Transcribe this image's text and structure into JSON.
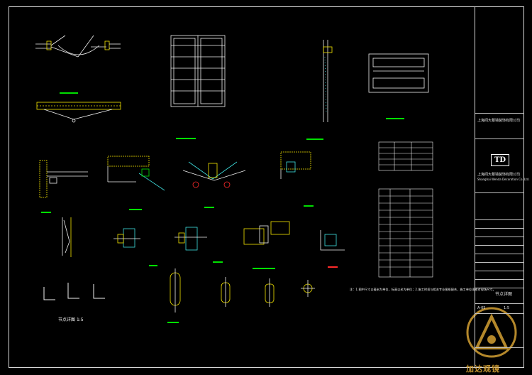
{
  "drawing": {
    "caption_label": "节点详图",
    "caption_scale": "1:5",
    "notes": "注：1.图中尺寸以毫米为单位，标高以米为单位；2.施工时须与相关专业图纸配合，施工单位须核对现场尺寸。"
  },
  "title_block": {
    "client": "上海闻大幕墙装饰有限公司",
    "logo": "TD",
    "company_cn": "上海闻大幕墙装饰有限公司",
    "company_en": "Shanghai Wenda Decoration Co.,Ltd.",
    "drawing_title": "节点详图",
    "sheet_no": "A-05",
    "scale": "1:5"
  },
  "watermark": {
    "text": "加达观镜"
  },
  "colors": {
    "green": "#00e000",
    "red": "#ff2a2a",
    "yellow": "#f5e600",
    "white": "#f0f0f0",
    "cyan": "#3fe0e0",
    "gold": "#d4a033"
  }
}
